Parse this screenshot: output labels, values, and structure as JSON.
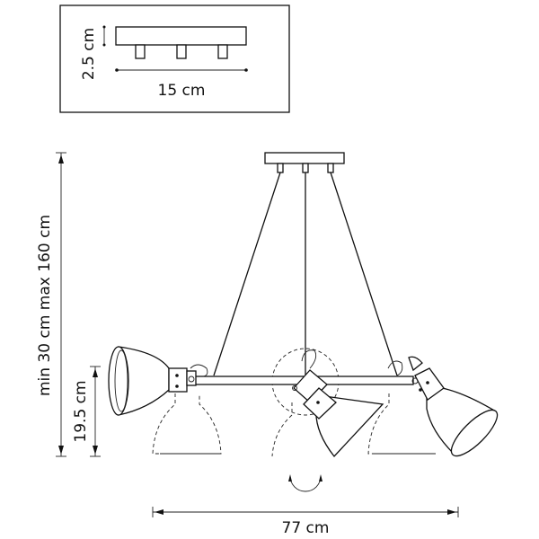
{
  "canopy_detail": {
    "height_label": "2.5 cm",
    "width_label": "15 cm"
  },
  "main_view": {
    "overall_height_label": "min 30 cm max 160 cm",
    "shade_height_label": "19.5 cm",
    "overall_width_label": "77 cm"
  },
  "colors": {
    "line": "#111111",
    "background": "#ffffff"
  }
}
